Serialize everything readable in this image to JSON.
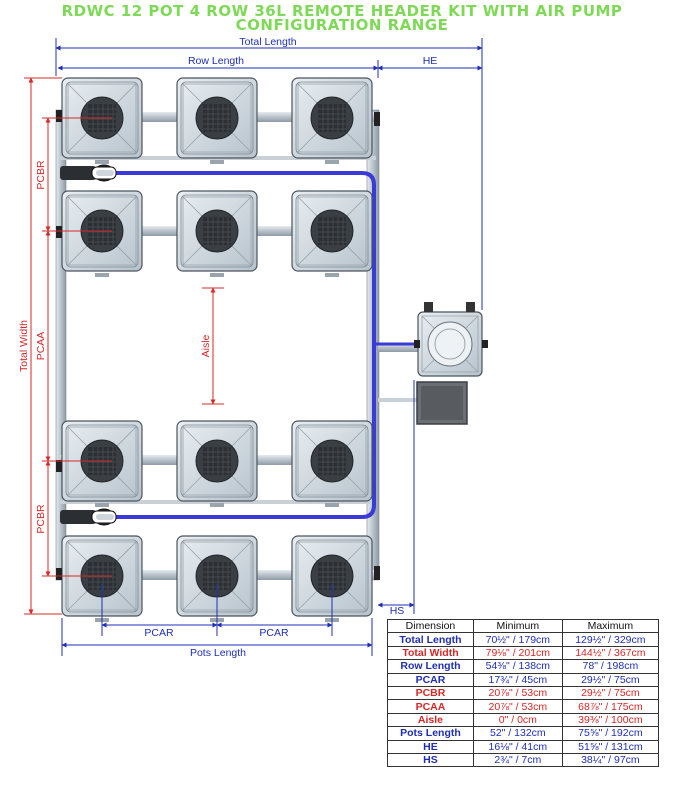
{
  "title": {
    "line1": "RDWC 12 POT 4 ROW 36L REMOTE HEADER KIT WITH AIR PUMP",
    "line2": "CONFIGURATION RANGE"
  },
  "labels": {
    "total_length": "Total Length",
    "row_length": "Row Length",
    "he": "HE",
    "hs": "HS",
    "pcar": "PCAR",
    "pots_length": "Pots Length",
    "pcbr": "PCBR",
    "pcaa": "PCAA",
    "total_width": "Total Width",
    "aisle": "Aisle"
  },
  "colors": {
    "dimension_blue": "#1f2fb5",
    "dimension_red": "#d62828",
    "title_green": "#7ed957",
    "air_line": "#3a3ad8"
  },
  "table": {
    "headers": [
      "Dimension",
      "Minimum",
      "Maximum"
    ],
    "rows": [
      {
        "name": "Total Length",
        "min": "70½\" / 179cm",
        "max": "129½\" / 329cm",
        "color": "blue"
      },
      {
        "name": "Total Width",
        "min": "79⅛\" / 201cm",
        "max": "144½\" / 367cm",
        "color": "red"
      },
      {
        "name": "Row Length",
        "min": "54⅜\" / 138cm",
        "max": "78\" / 198cm",
        "color": "blue"
      },
      {
        "name": "PCAR",
        "min": "17¾\" / 45cm",
        "max": "29½\" / 75cm",
        "color": "blue"
      },
      {
        "name": "PCBR",
        "min": "20⅞\" / 53cm",
        "max": "29½\" / 75cm",
        "color": "red"
      },
      {
        "name": "PCAA",
        "min": "20⅞\" / 53cm",
        "max": "68⅞\" / 175cm",
        "color": "red"
      },
      {
        "name": "Aisle",
        "min": "0\" / 0cm",
        "max": "39⅜\" / 100cm",
        "color": "red"
      },
      {
        "name": "Pots Length",
        "min": "52\" / 132cm",
        "max": "75⅝\" / 192cm",
        "color": "blue"
      },
      {
        "name": "HE",
        "min": "16⅛\" / 41cm",
        "max": "51⅝\" / 131cm",
        "color": "blue"
      },
      {
        "name": "HS",
        "min": "2¾\" / 7cm",
        "max": "38¼\" / 97cm",
        "color": "blue"
      }
    ]
  }
}
